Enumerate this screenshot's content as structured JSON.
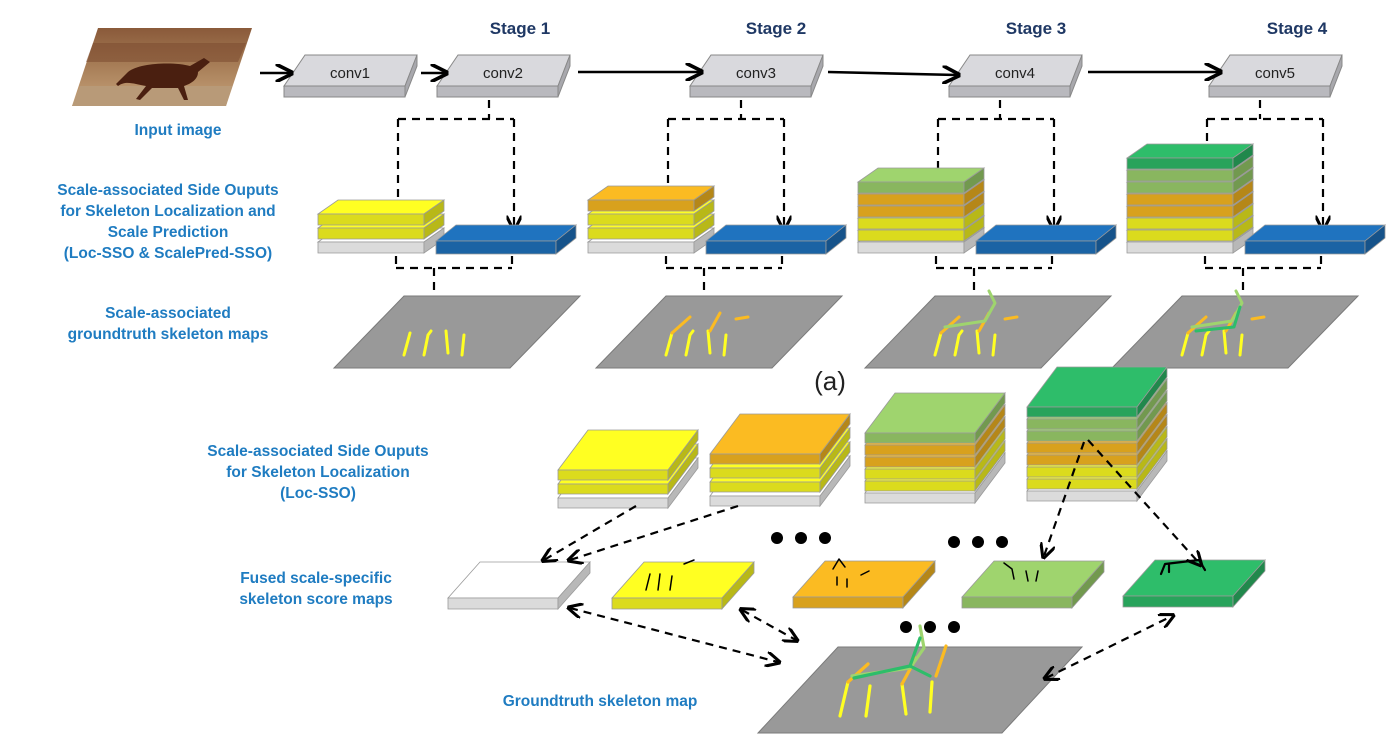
{
  "input_label": "Input image",
  "stages": [
    "Stage 1",
    "Stage 2",
    "Stage 3",
    "Stage 4"
  ],
  "convs": [
    "conv1",
    "conv2",
    "conv3",
    "conv4",
    "conv5"
  ],
  "label_sso_a": [
    "Scale-associated Side Ouputs",
    "for Skeleton Localization and",
    "Scale Prediction",
    "(Loc-SSO & ScalePred-SSO)"
  ],
  "label_gt_a": [
    "Scale-associated",
    "groundtruth skeleton maps"
  ],
  "subfig_a": "(a)",
  "label_sso_b": [
    "Scale-associated Side Ouputs",
    "for Skeleton Localization",
    "(Loc-SSO)"
  ],
  "label_fused": [
    "Fused scale-specific",
    "skeleton score maps"
  ],
  "label_gt_b": "Groundtruth skeleton map",
  "colors": {
    "white": "#ffffff",
    "yellow": "#ffff22",
    "orange": "#fbbb22",
    "lightgreen": "#9fd46e",
    "green": "#2ebd6a",
    "blue": "#1f73bf",
    "gray": "#999999",
    "conv": "#d9d9dd",
    "label": "#1f7cc1"
  }
}
